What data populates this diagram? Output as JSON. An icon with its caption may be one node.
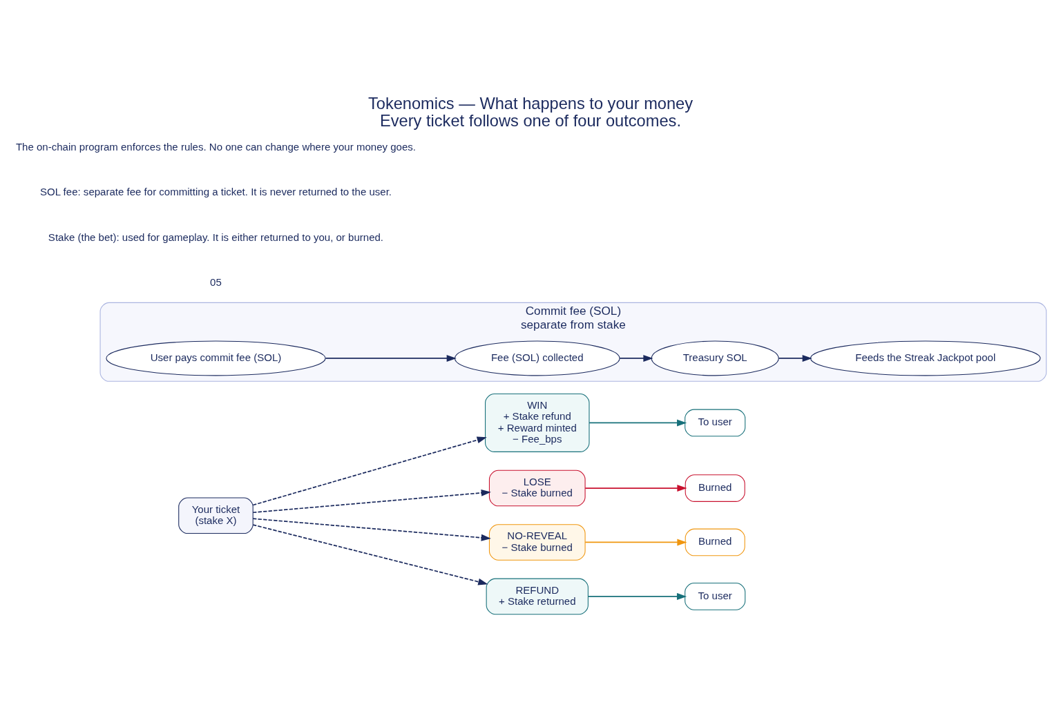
{
  "diagram": {
    "title": "Tokenomics — What happens to your money",
    "caption": "Every ticket follows one of four outcomes.",
    "nodes": [
      {
        "text": [
          "Your ticket",
          "(stake X)"
        ]
      },
      {
        "text": [
          "WIN",
          "+ Stake refund",
          "+ Reward minted",
          "− Fee_bps"
        ]
      },
      {
        "text": [
          "To user"
        ]
      },
      {
        "text": [
          "LOSE",
          "− Stake burned"
        ]
      },
      {
        "text": [
          "Burned"
        ]
      },
      {
        "text": [
          "NO-REVEAL",
          "− Stake burned"
        ]
      },
      {
        "text": [
          "Burned"
        ]
      },
      {
        "text": [
          "REFUND",
          "+ Stake returned"
        ]
      },
      {
        "text": [
          "To user"
        ]
      },
      {
        "text": [
          "Commit fee (SOL)",
          "separate from stake"
        ]
      },
      {
        "text": [
          "User pays commit fee (SOL)"
        ],
        "in": 9
      },
      {
        "text": [
          "Fee (SOL) collected"
        ],
        "in": 9
      },
      {
        "text": [
          "Treasury SOL"
        ],
        "in": 9
      },
      {
        "text": [
          "Feeds the Streak Jackpot pool"
        ],
        "in": 9
      }
    ],
    "edges": [
      {
        "from": 0,
        "to": 1,
        "arrow": "to",
        "style": "dashed"
      },
      {
        "from": 0,
        "to": 3,
        "arrow": "to",
        "style": "dashed"
      },
      {
        "from": 0,
        "to": 5,
        "arrow": "to",
        "style": "dashed"
      },
      {
        "from": 0,
        "to": 7,
        "arrow": "to",
        "style": "dashed"
      },
      {
        "from": 1,
        "to": 2,
        "arrow": "to",
        "color": "#17707a"
      },
      {
        "from": 3,
        "to": 4,
        "arrow": "to",
        "color": "#c8102e"
      },
      {
        "from": 5,
        "to": 6,
        "arrow": "to",
        "color": "#f0960f"
      },
      {
        "from": 7,
        "to": 8,
        "arrow": "to",
        "color": "#17707a"
      },
      {
        "from": 10,
        "to": 11,
        "arrow": "to"
      },
      {
        "from": 11,
        "to": 12,
        "arrow": "to"
      },
      {
        "from": 12,
        "to": 13,
        "arrow": "to"
      }
    ],
    "labels": [
      "05",
      "Stake (the bet): used for gameplay. It is either returned to you, or burned.",
      "SOL fee: separate fee for committing a ticket. It is never returned to the user.",
      "The on-chain program enforces the rules. No one can change where your money goes."
    ]
  }
}
